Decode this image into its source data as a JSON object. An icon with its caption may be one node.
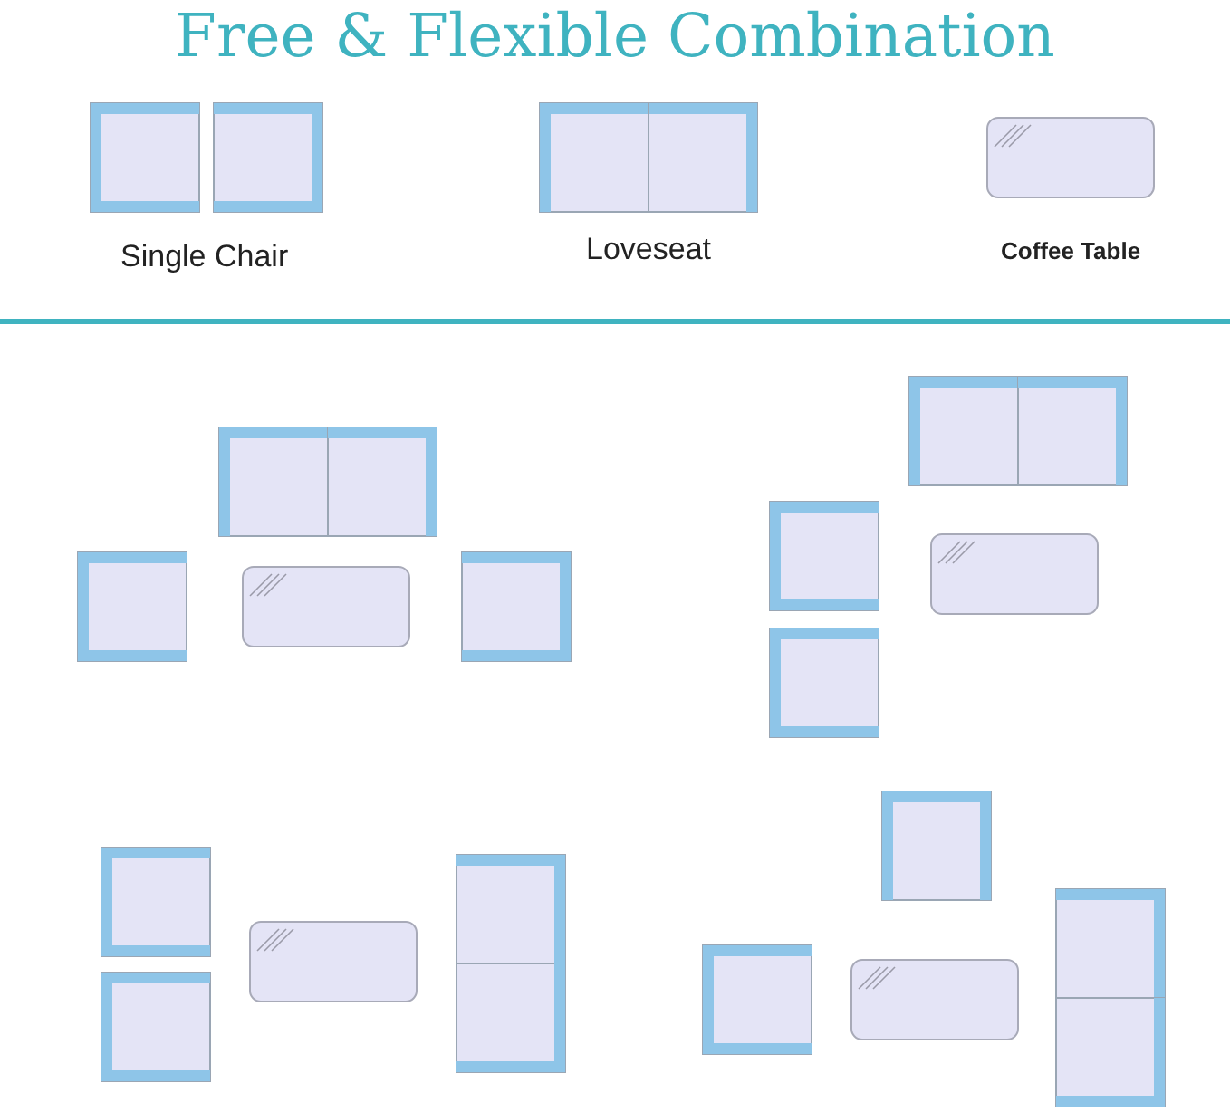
{
  "diagram": {
    "title": "Free & Flexible Combination",
    "labels": [
      "Single Chair",
      "Loveseat",
      "Coffee Table"
    ]
  }
}
